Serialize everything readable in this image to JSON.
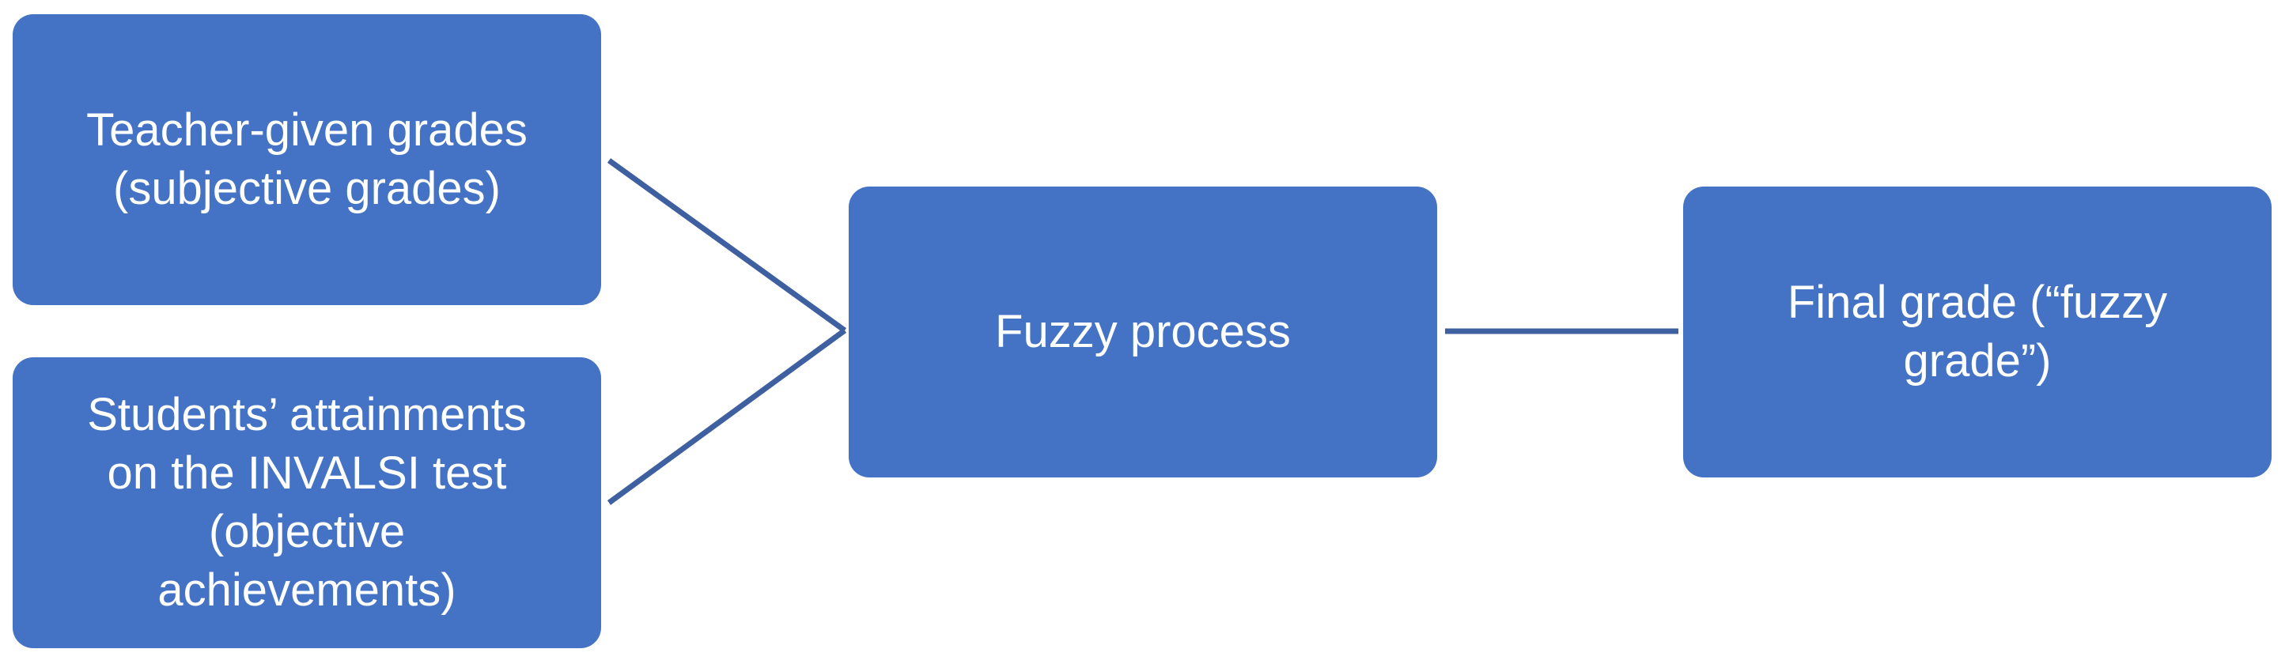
{
  "colors": {
    "box_fill": "#4472C4",
    "connector": "#3F60A0",
    "text": "#FFFFFF"
  },
  "nodes": {
    "teacher_grades": [
      "Teacher-given grades",
      "(subjective grades)"
    ],
    "invalsi": [
      "Students’ attainments",
      "on the INVALSI test",
      "(objective",
      "achievements)"
    ],
    "fuzzy_process": [
      "Fuzzy process"
    ],
    "final_grade": [
      "Final grade (“fuzzy",
      "grade”)"
    ]
  },
  "edges": [
    {
      "from": "teacher_grades",
      "to": "fuzzy_process"
    },
    {
      "from": "invalsi",
      "to": "fuzzy_process"
    },
    {
      "from": "fuzzy_process",
      "to": "final_grade"
    }
  ]
}
